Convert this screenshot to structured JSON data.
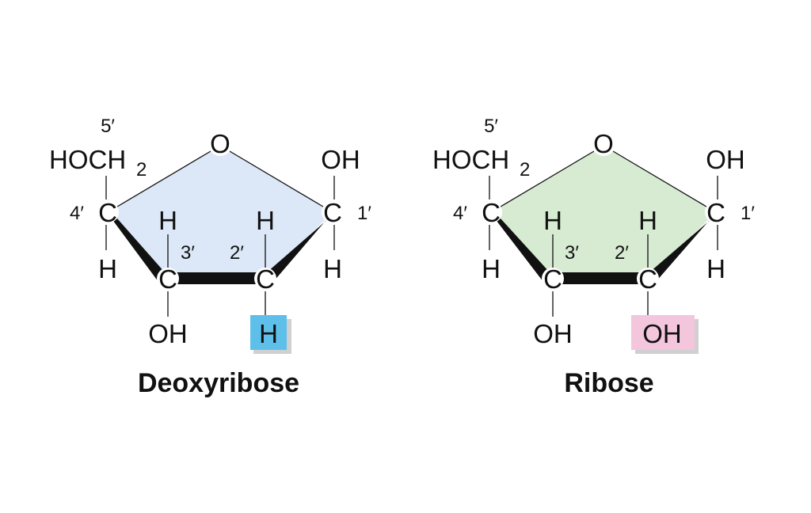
{
  "colors": {
    "deoxyribose_ring": "#dce8f7",
    "ribose_ring": "#d7ebd3",
    "deoxy_highlight": "#5ec0ea",
    "ribose_highlight": "#f4c6dd",
    "highlight_shadow": "#d0d0d0",
    "bond": "#111111"
  },
  "molecules": [
    {
      "name": "Deoxyribose",
      "ring_oxygen": "O",
      "carbon": "C",
      "c5_group": "HOCH",
      "c5_subscript": "2",
      "c5_label": "5′",
      "c4_label": "4′",
      "c3_label": "3′",
      "c2_label": "2′",
      "c1_label": "1′",
      "c4_h": "H",
      "c3_up_h": "H",
      "c3_down": "OH",
      "c2_up_h": "H",
      "c2_down": "H",
      "c1_up": "OH",
      "c1_down": "H"
    },
    {
      "name": "Ribose",
      "ring_oxygen": "O",
      "carbon": "C",
      "c5_group": "HOCH",
      "c5_subscript": "2",
      "c5_label": "5′",
      "c4_label": "4′",
      "c3_label": "3′",
      "c2_label": "2′",
      "c1_label": "1′",
      "c4_h": "H",
      "c3_up_h": "H",
      "c3_down": "OH",
      "c2_up_h": "H",
      "c2_down": "OH",
      "c1_up": "OH",
      "c1_down": "H"
    }
  ]
}
